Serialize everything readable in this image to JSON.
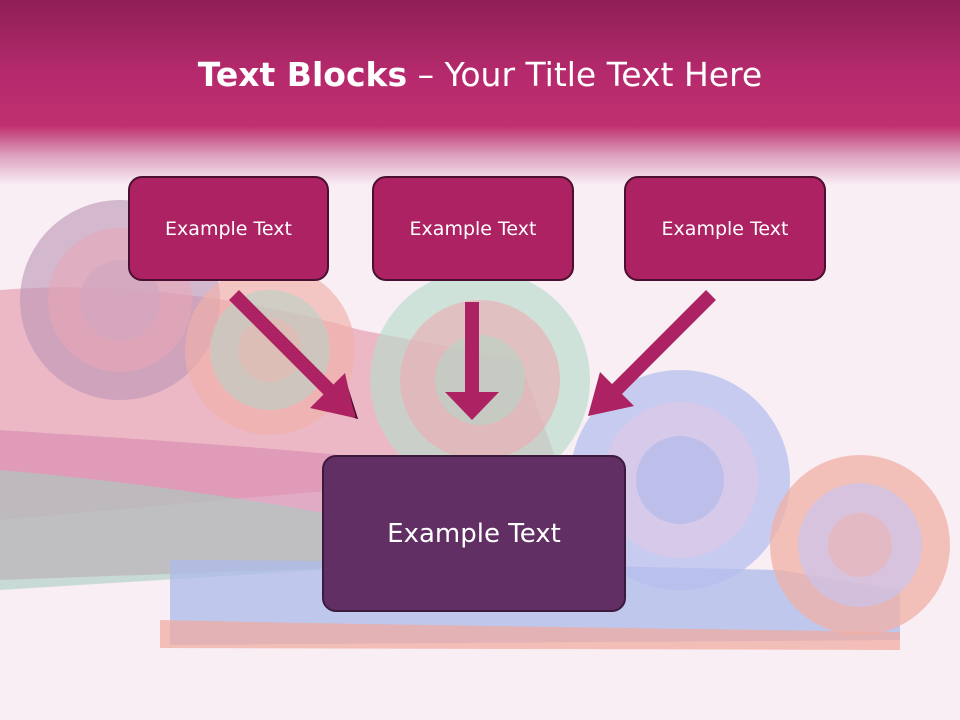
{
  "slide": {
    "title_bold": "Text Blocks",
    "title_dash": " – ",
    "title_rest": "Your Title Text Here",
    "blocks": [
      {
        "label": "Example Text"
      },
      {
        "label": "Example Text"
      },
      {
        "label": "Example Text"
      }
    ],
    "main_block": {
      "label": "Example Text"
    }
  },
  "colors": {
    "header": "#b52a6d",
    "box": "#ac2262",
    "main_box": "#612f63",
    "arrow": "#ac2262",
    "outline": "#4b0f30"
  }
}
